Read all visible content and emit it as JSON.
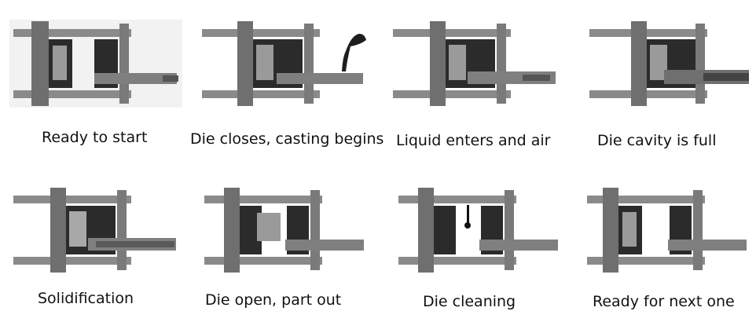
{
  "steps": [
    {
      "id": "ready-to-start",
      "caption": "Ready to start"
    },
    {
      "id": "die-closes",
      "caption": "Die closes, casting begins"
    },
    {
      "id": "liquid-enters",
      "caption": "Liquid  enters  and  air"
    },
    {
      "id": "cavity-full",
      "caption": "Die cavity is full"
    },
    {
      "id": "solidification",
      "caption": "Solidification"
    },
    {
      "id": "die-open",
      "caption": "Die open, part out"
    },
    {
      "id": "die-cleaning",
      "caption": "Die cleaning"
    },
    {
      "id": "ready-next",
      "caption": "Ready for next one"
    }
  ],
  "colors": {
    "frame": "#7d7d7d",
    "die_dark": "#2b2b2b",
    "metal": "#8c8c8c",
    "light_bg": "#f2f2f2"
  }
}
